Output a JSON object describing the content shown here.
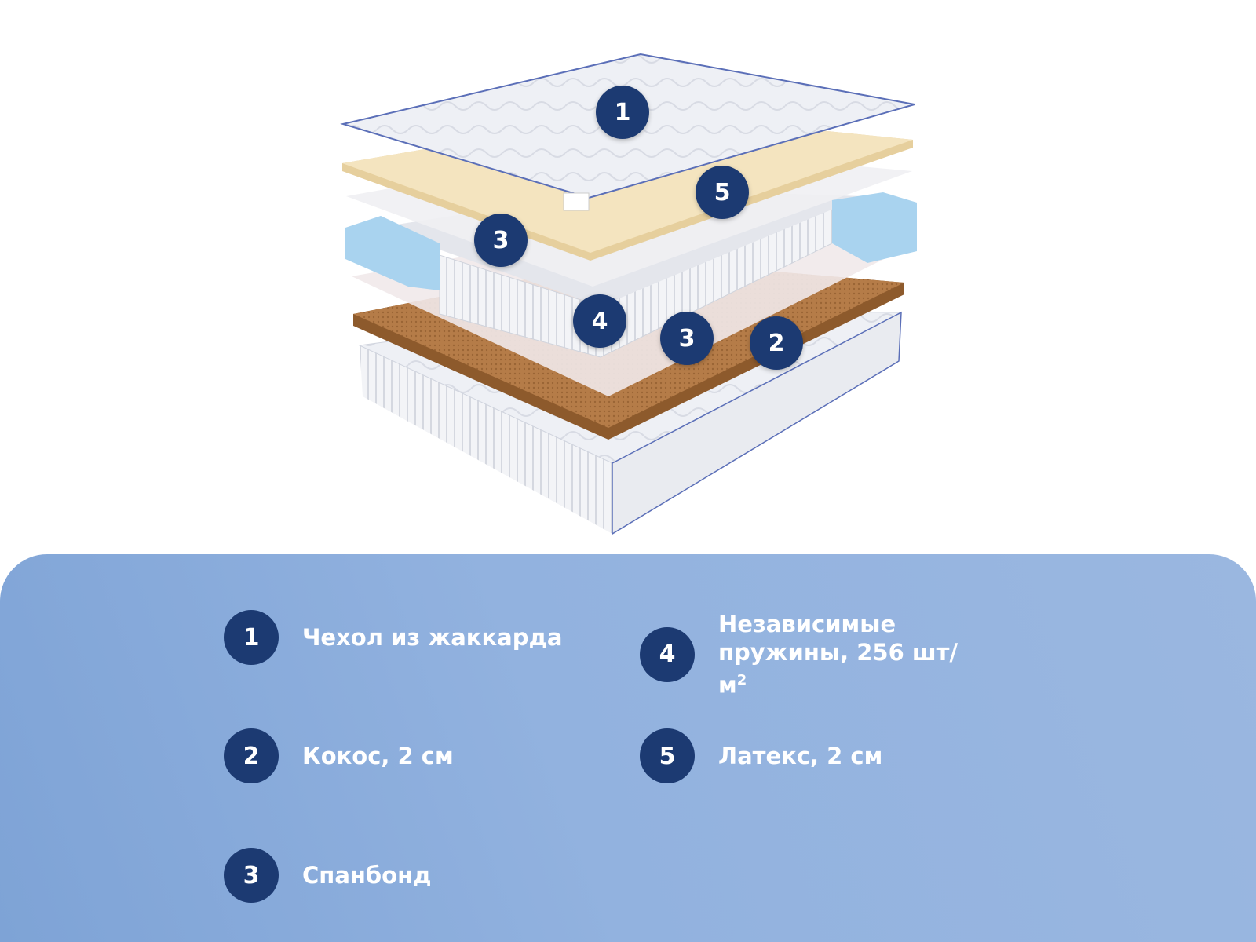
{
  "diagram": {
    "markers": [
      "1",
      "5",
      "3",
      "4",
      "3",
      "2"
    ],
    "colors": {
      "marker": "#1c3a72",
      "panel": "#92b2df",
      "coconut": "#b9824f",
      "latex": "#f2e2bd",
      "foam": "#a9d3ef"
    }
  },
  "legend": {
    "items": [
      {
        "num": "1",
        "label": "Чехол из жаккарда"
      },
      {
        "num": "2",
        "label": "Кокос, 2 см"
      },
      {
        "num": "3",
        "label": "Спанбонд"
      },
      {
        "num": "4",
        "label": "Независимые пружины, 256 шт/м",
        "sup": "2"
      },
      {
        "num": "5",
        "label": "Латекс, 2 см"
      }
    ]
  }
}
